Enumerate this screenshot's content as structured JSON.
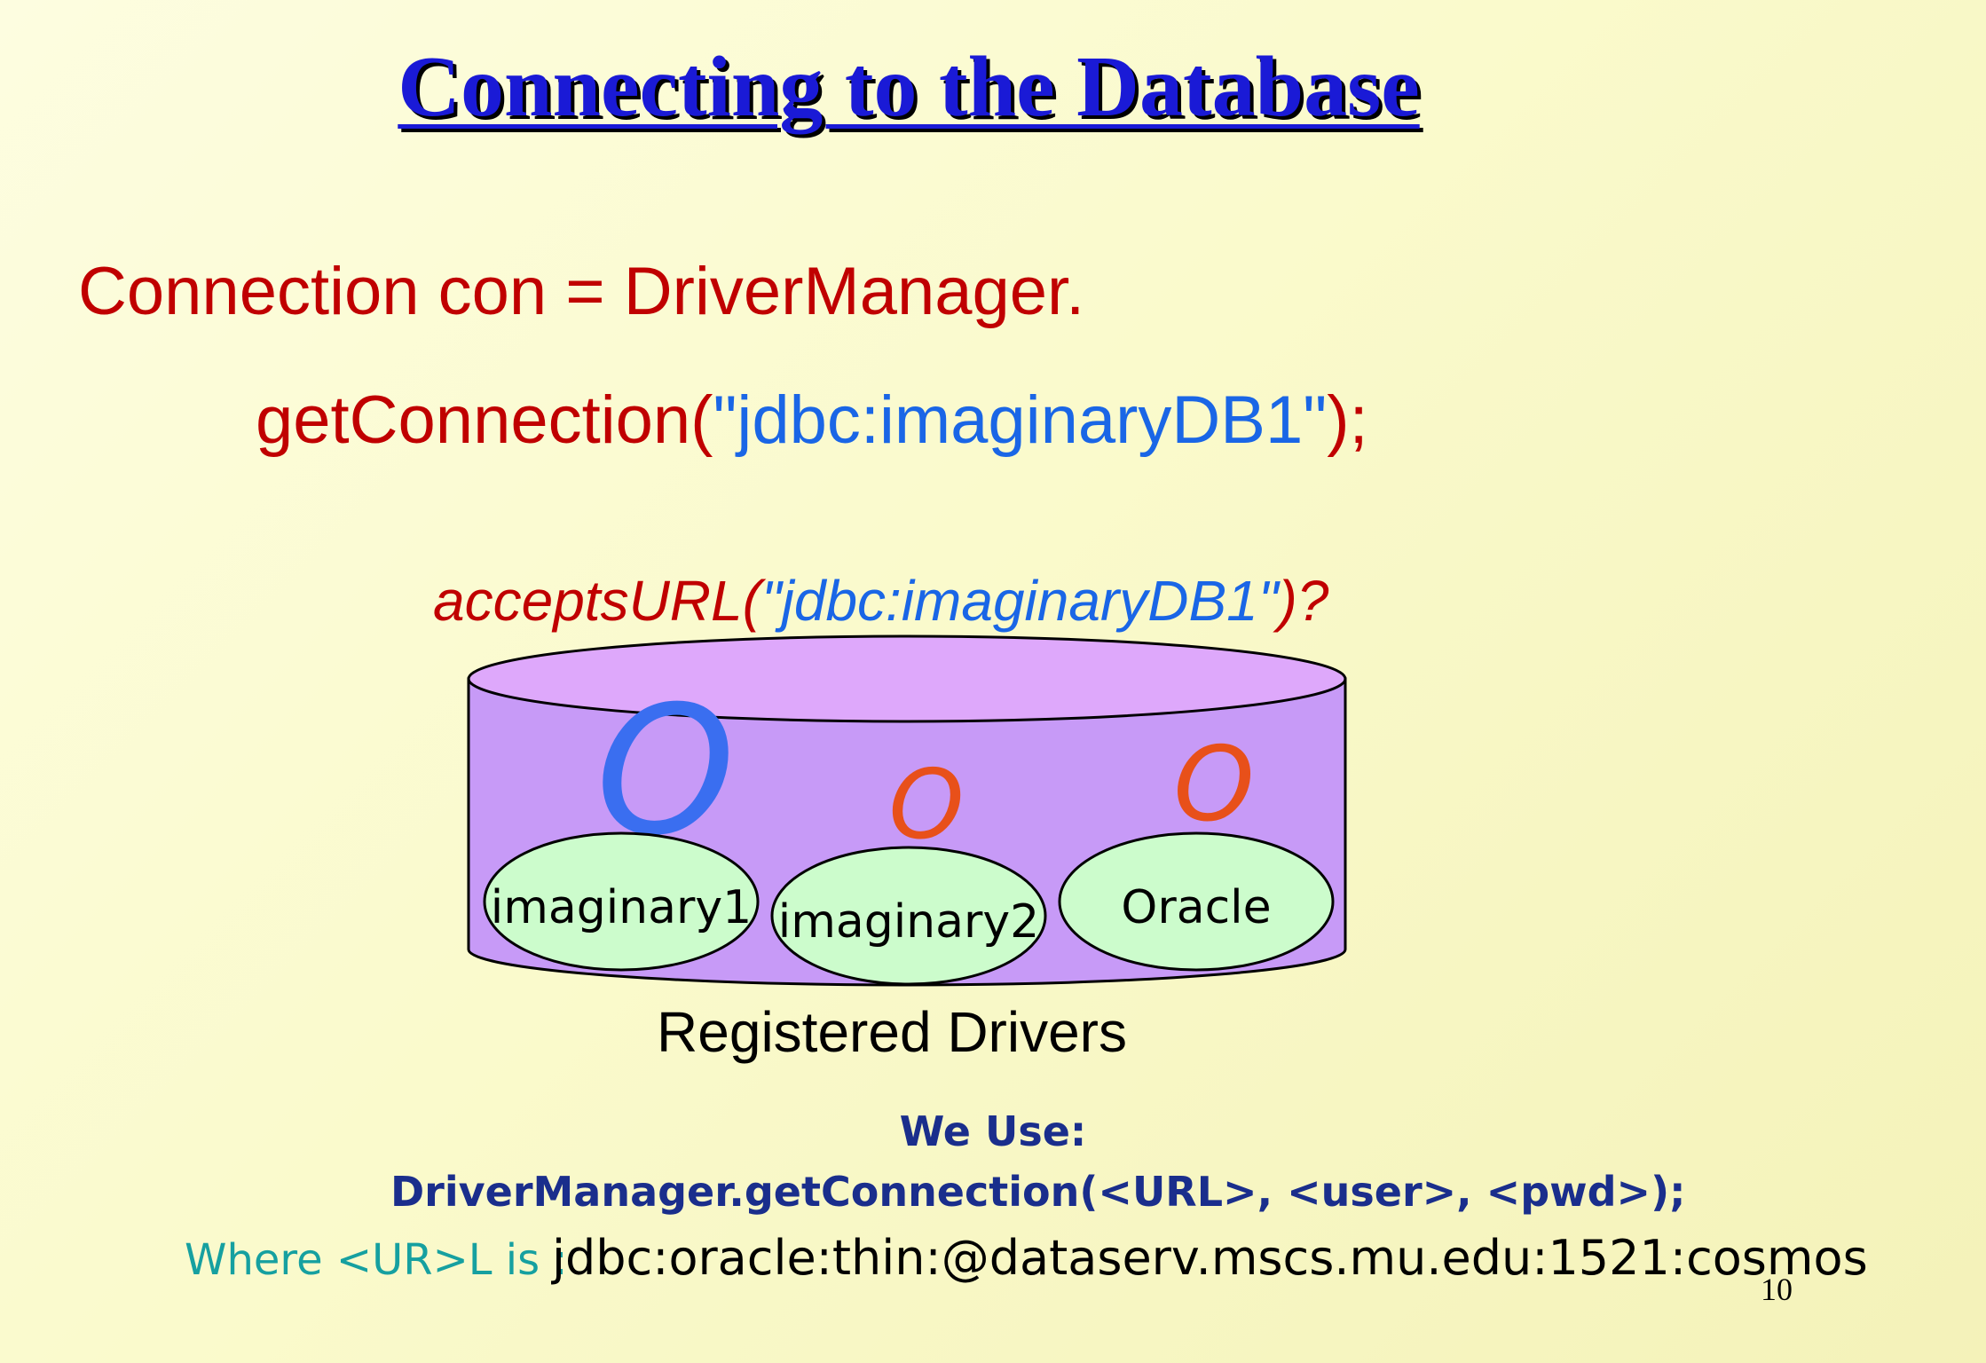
{
  "slide": {
    "title": "Connecting to the Database",
    "code_line1": "Connection con = DriverManager.",
    "code_line2_prefix": "getConnection(",
    "code_line2_url": "\"jdbc:imaginaryDB1\"",
    "code_line2_suffix": ");",
    "accepts_prefix": "acceptsURL(",
    "accepts_url": "\"jdbc:imaginaryDB1\"",
    "accepts_suffix": ")?",
    "drivers": [
      {
        "name": "imaginary1",
        "verdict": "O",
        "color": "#3a6ef0"
      },
      {
        "name": "imaginary2",
        "verdict": "O",
        "color": "#e8501a"
      },
      {
        "name": "Oracle",
        "verdict": "O",
        "color": "#e8501a"
      }
    ],
    "registered_label": "Registered Drivers",
    "we_use_label": "We Use:",
    "call_signature": "DriverManager.getConnection(<URL>, <user>, <pwd>);",
    "where_label": "Where <UR>L is :",
    "url_value": "jdbc:oracle:thin:@dataserv.mscs.mu.edu:1521:cosmos",
    "page_number": "10"
  },
  "colors": {
    "title": "#1a1ad6",
    "code_red": "#c00000",
    "code_blue": "#1a66e6",
    "cylinder_fill": "#c79af7",
    "cylinder_top": "#dea8fb",
    "driver_fill": "#ccfccc",
    "bold_blue": "#1a2e8c",
    "teal": "#16a0a0"
  }
}
